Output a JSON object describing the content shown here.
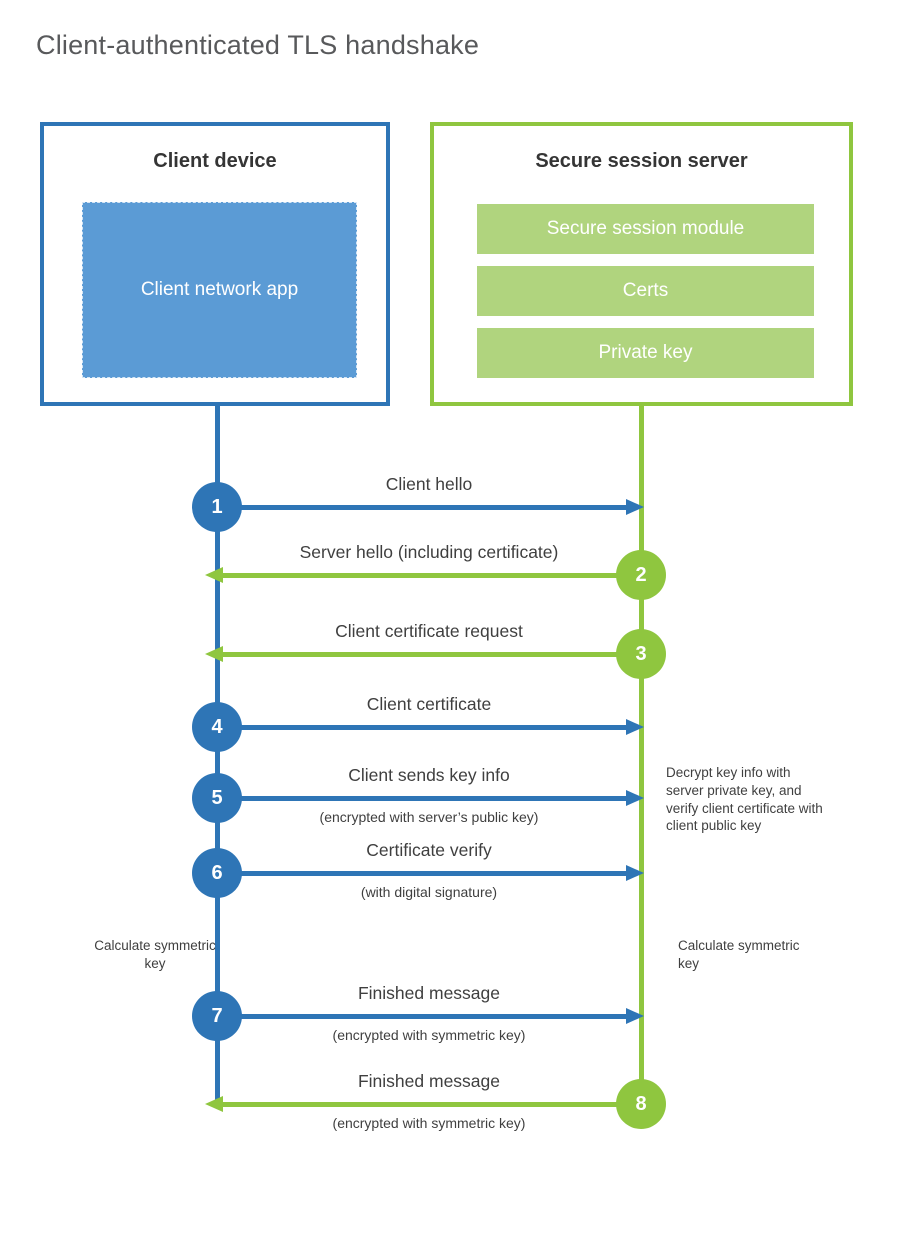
{
  "title": "Client-authenticated TLS handshake",
  "colors": {
    "client_strong": "#2e75b6",
    "client_light": "#5b9bd5",
    "server_strong": "#8fc63f",
    "server_light": "#b0d47e",
    "text": "#3f3f3f",
    "title_gray": "#58595b"
  },
  "client": {
    "title": "Client device",
    "app_label": "Client network app"
  },
  "server": {
    "title": "Secure session server",
    "modules": [
      "Secure session module",
      "Certs",
      "Private key"
    ]
  },
  "steps": [
    {
      "num": "1",
      "from": "client",
      "label": "Client hello",
      "sub": ""
    },
    {
      "num": "2",
      "from": "server",
      "label": "Server hello (including certificate)",
      "sub": ""
    },
    {
      "num": "3",
      "from": "server",
      "label": "Client certificate request",
      "sub": ""
    },
    {
      "num": "4",
      "from": "client",
      "label": "Client certificate",
      "sub": ""
    },
    {
      "num": "5",
      "from": "client",
      "label": "Client sends key info",
      "sub": "(encrypted with server’s public key)"
    },
    {
      "num": "6",
      "from": "client",
      "label": "Certificate verify",
      "sub": "(with digital signature)"
    },
    {
      "num": "7",
      "from": "client",
      "label": "Finished message",
      "sub": "(encrypted with symmetric key)"
    },
    {
      "num": "8",
      "from": "server",
      "label": "Finished message",
      "sub": "(encrypted with symmetric key)"
    }
  ],
  "annotations": {
    "decrypt_note": "Decrypt key info with server private key, and verify client certificate with client public key",
    "calc_left": "Calculate symmetric key",
    "calc_right": "Calculate symmetric key"
  }
}
